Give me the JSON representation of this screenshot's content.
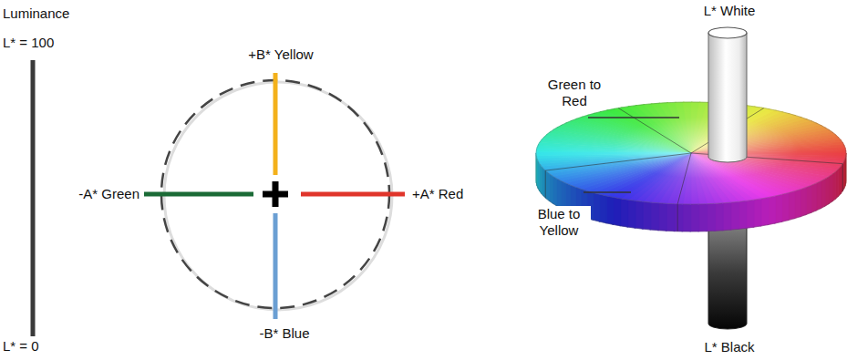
{
  "diagram": {
    "labels": [
      "Luminance",
      "L* = 100",
      "+B* Yellow",
      "-A* Green",
      "+A* Red",
      "-B* Blue",
      "L* = 0",
      "L* White",
      "Green to Red",
      "Blue to Yellow",
      "L* Black"
    ]
  }
}
